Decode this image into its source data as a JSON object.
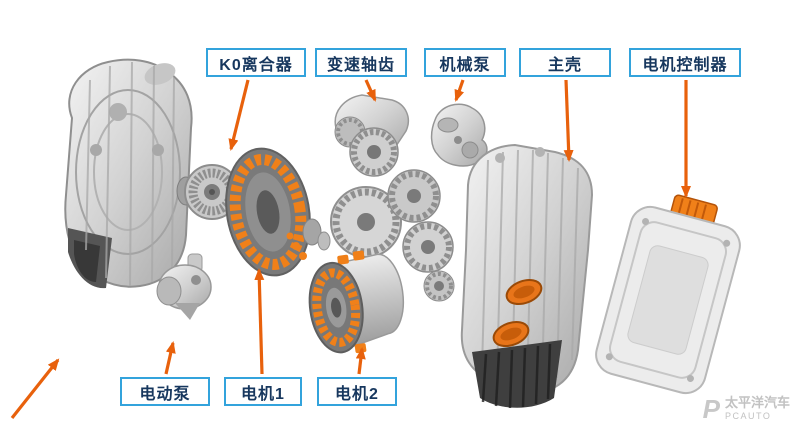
{
  "colors": {
    "arrow": "#E8610C",
    "label-border": "#33A3DC",
    "label-text": "#17375E",
    "part-accent": "#F08019",
    "background": "#FFFFFF"
  },
  "labels": {
    "k0_clutch": "K0离合器",
    "gear_shaft": "变速轴齿",
    "mech_pump": "机械泵",
    "main_housing": "主壳",
    "motor_controller": "电机控制器",
    "electric_pump": "电动泵",
    "motor1": "电机1",
    "motor2": "电机2"
  },
  "watermark": {
    "logo": "P",
    "brand": "太平洋汽车",
    "sub": "PCAUTO"
  }
}
